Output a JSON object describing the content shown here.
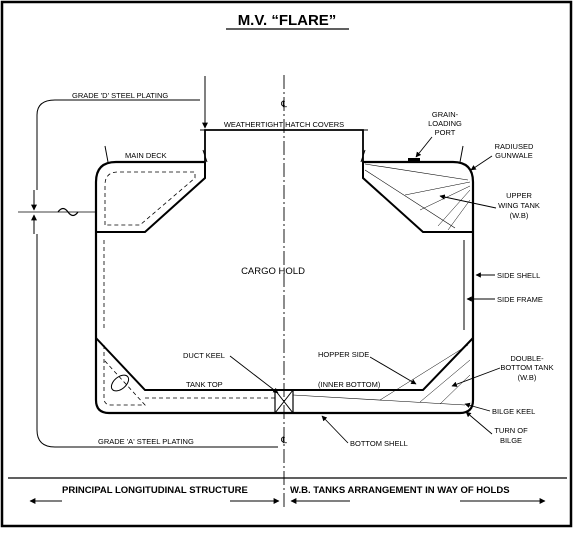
{
  "title": "M.V. “FLARE”",
  "labels": {
    "grade_d": "GRADE 'D' STEEL PLATING",
    "weathertight": "WEATHERTIGHT  HATCH COVERS",
    "main_deck": "MAIN DECK",
    "grain_loading_1": "GRAIN-",
    "grain_loading_2": "LOADING",
    "grain_loading_3": "PORT",
    "radiused_1": "RADIUSED",
    "radiused_2": "GUNWALE",
    "upper_wing_1": "UPPER",
    "upper_wing_2": "WING TANK",
    "upper_wing_3": "(W.B)",
    "cargo_hold": "CARGO HOLD",
    "side_shell": "SIDE SHELL",
    "side_frame": "SIDE FRAME",
    "duct_keel": "DUCT KEEL",
    "hopper_side": "HOPPER SIDE",
    "double_bottom_1": "DOUBLE-",
    "double_bottom_2": "BOTTOM TANK",
    "double_bottom_3": "(W.B)",
    "tank_top": "TANK TOP",
    "inner_bottom": "(INNER BOTTOM)",
    "bilge_keel": "BILGE KEEL",
    "turn_bilge_1": "TURN OF",
    "turn_bilge_2": "BILGE",
    "grade_a": "GRADE 'A' STEEL PLATING",
    "bottom_shell": "BOTTOM SHELL",
    "centerline_symbol": "℄"
  },
  "footer": {
    "left": "PRINCIPAL LONGITUDINAL STRUCTURE",
    "right": "W.B. TANKS ARRANGEMENT IN WAY OF HOLDS"
  }
}
